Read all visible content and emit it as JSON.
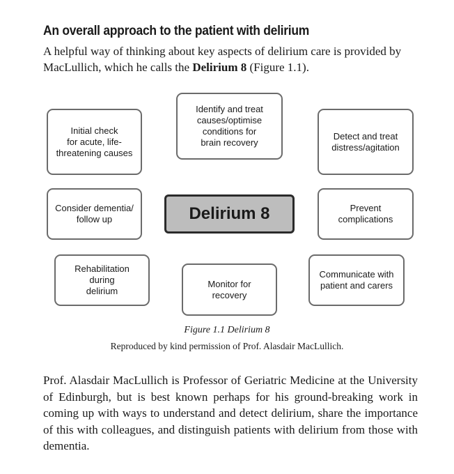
{
  "heading": "An overall approach to the patient with delirium",
  "intro": {
    "before": "A helpful way of thinking about key aspects of delirium care is provided by MacLullich, which he calls the ",
    "bold": "Delirium 8",
    "after": " (Figure 1.1)."
  },
  "diagram": {
    "center": "Delirium 8",
    "boxes": {
      "top_left": "Initial check\nfor acute, life-\nthreatening causes",
      "top_center": "Identify and treat\ncauses/optimise\nconditions for\nbrain recovery",
      "top_right": "Detect and treat\ndistress/agitation",
      "mid_left": "Consider dementia/\nfollow up",
      "mid_right": "Prevent\ncomplications",
      "bottom_left": "Rehabilitation during\ndelirium",
      "bottom_center": "Monitor for\nrecovery",
      "bottom_right": "Communicate with\npatient and carers"
    }
  },
  "figure_caption": "Figure 1.1 Delirium 8",
  "credit": "Reproduced by kind permission of Prof. Alasdair MacLullich.",
  "body_paragraph": "Prof. Alasdair MacLullich is Professor of Geriatric Medicine at the University of Edinburgh, but is best known perhaps for his ground-breaking work in coming up with ways to understand and detect delirium, share the importance of this with colleagues, and distinguish patients with delirium from those with dementia."
}
